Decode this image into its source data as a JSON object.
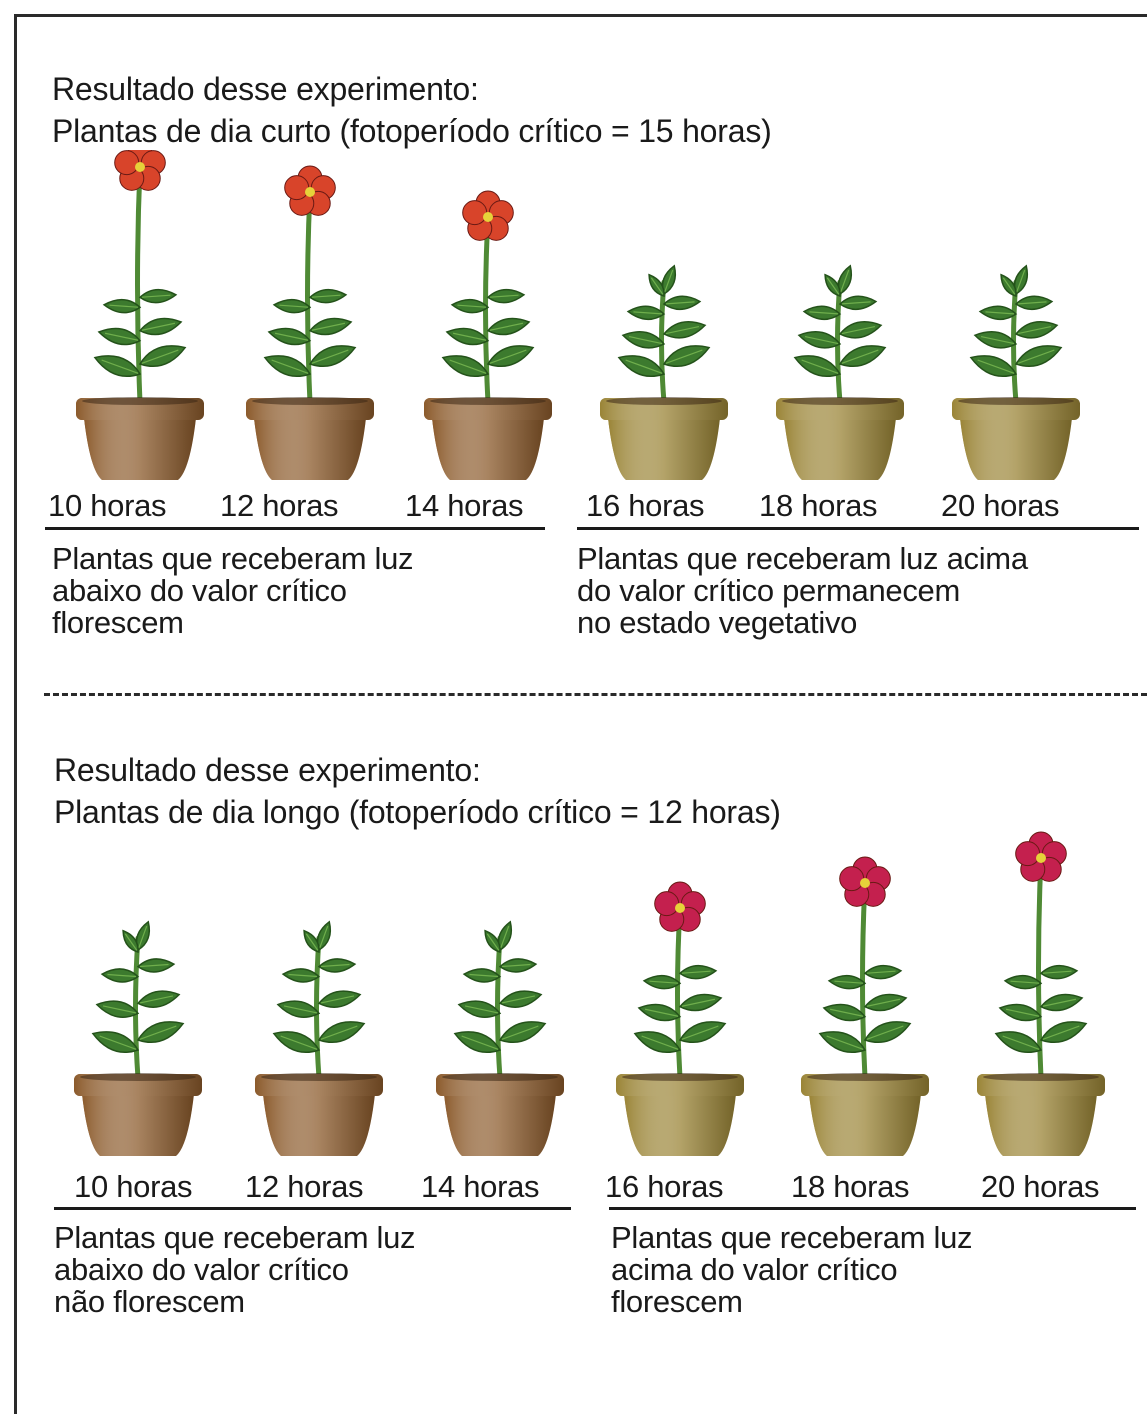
{
  "sections": [
    {
      "heading_line1": "Resultado desse experimento:",
      "heading_line2": "Plantas de dia curto (fotoperíodo crítico = 15 horas)",
      "plants": [
        {
          "label": "10 horas",
          "flowering": true,
          "pot_color": "#8b5a2b",
          "flower_color": "#d8442a"
        },
        {
          "label": "12 horas",
          "flowering": true,
          "pot_color": "#8b5a2b",
          "flower_color": "#d8442a"
        },
        {
          "label": "14 horas",
          "flowering": true,
          "pot_color": "#8b5a2b",
          "flower_color": "#d8442a"
        },
        {
          "label": "16 horas",
          "flowering": false,
          "pot_color": "#9a8436",
          "flower_color": ""
        },
        {
          "label": "18 horas",
          "flowering": false,
          "pot_color": "#9a8436",
          "flower_color": ""
        },
        {
          "label": "20 horas",
          "flowering": false,
          "pot_color": "#9a8436",
          "flower_color": ""
        }
      ],
      "caption_left": [
        "Plantas que receberam luz",
        "abaixo do valor crítico",
        "florescem"
      ],
      "caption_right": [
        "Plantas que receberam luz acima",
        "do valor crítico permanecem",
        "no estado vegetativo"
      ]
    },
    {
      "heading_line1": "Resultado desse experimento:",
      "heading_line2": "Plantas de dia longo (fotoperíodo crítico = 12 horas)",
      "plants": [
        {
          "label": "10 horas",
          "flowering": false,
          "pot_color": "#8b5a2b",
          "flower_color": ""
        },
        {
          "label": "12 horas",
          "flowering": false,
          "pot_color": "#8b5a2b",
          "flower_color": ""
        },
        {
          "label": "14 horas",
          "flowering": false,
          "pot_color": "#8b5a2b",
          "flower_color": ""
        },
        {
          "label": "16 horas",
          "flowering": true,
          "pot_color": "#9a8436",
          "flower_color": "#c4204e"
        },
        {
          "label": "18 horas",
          "flowering": true,
          "pot_color": "#9a8436",
          "flower_color": "#c4204e"
        },
        {
          "label": "20 horas",
          "flowering": true,
          "pot_color": "#9a8436",
          "flower_color": "#c4204e"
        }
      ],
      "caption_left": [
        "Plantas que receberam luz",
        "abaixo do valor crítico",
        "não florescem"
      ],
      "caption_right": [
        "Plantas que receberam luz",
        "acima do valor crítico",
        "florescem"
      ]
    }
  ],
  "colors": {
    "leaf": "#3c7a2e",
    "leaf_dark": "#24521a",
    "stem": "#4f8a35",
    "flower_center": "#e6d23a"
  }
}
